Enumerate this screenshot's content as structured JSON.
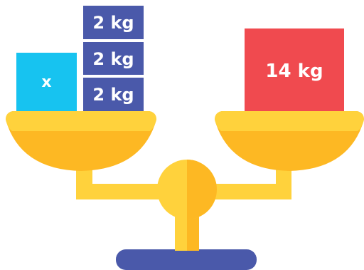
{
  "balance": {
    "left_pan": {
      "unknown_label": "x",
      "weights": [
        "2 kg",
        "2 kg",
        "2 kg"
      ]
    },
    "right_pan": {
      "weight": "14 kg"
    }
  },
  "colors": {
    "unknown_block": "#17c3f0",
    "small_weight": "#4a59aa",
    "large_weight": "#f04a4f",
    "pan": "#fdb823",
    "pan_light": "#ffd23c",
    "arm": "#ffd23c",
    "arm_shade": "#fdb823",
    "base": "#4a59aa"
  }
}
